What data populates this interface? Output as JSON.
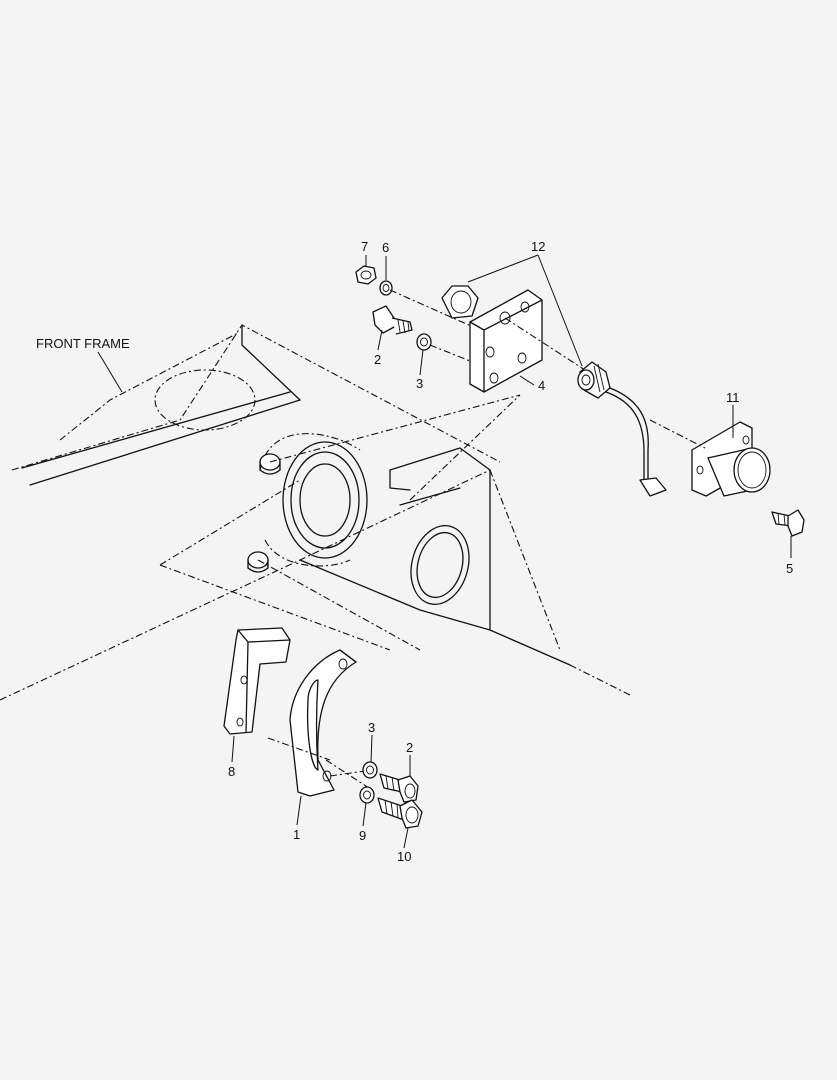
{
  "labels": {
    "front_frame": "FRONT FRAME",
    "callouts": {
      "c7": "7",
      "c6": "6",
      "c12": "12",
      "c2_top": "2",
      "c3_top": "3",
      "c4": "4",
      "c11": "11",
      "c5": "5",
      "c8": "8",
      "c1": "1",
      "c3_bot": "3",
      "c2_bot": "2",
      "c9": "9",
      "c10": "10"
    }
  },
  "colors": {
    "background": "#f4f4f4",
    "line": "#111111",
    "part_fill": "#ffffff"
  }
}
